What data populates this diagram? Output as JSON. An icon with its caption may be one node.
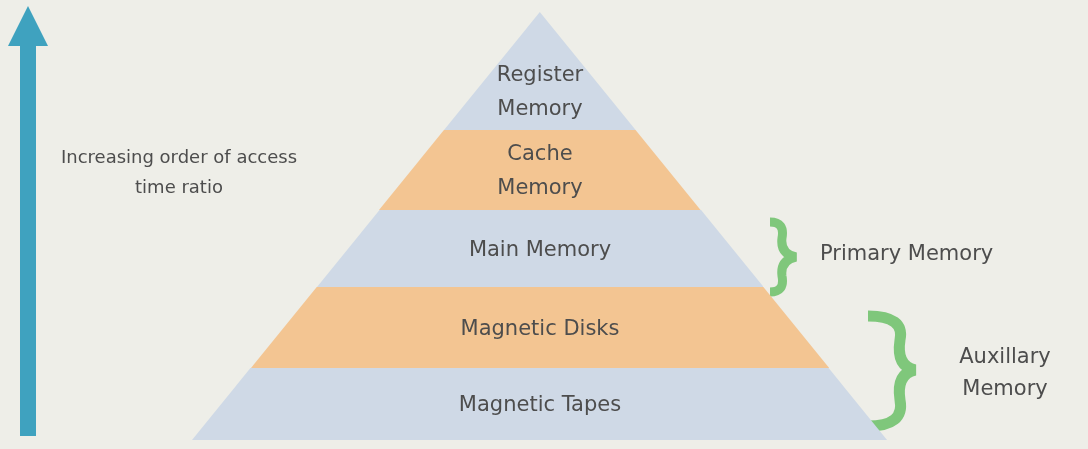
{
  "diagram": {
    "nodes": [
      {
        "text": [
          "Register Memory"
        ]
      },
      {
        "text": [
          "Cache Memory"
        ]
      },
      {
        "text": [
          "Main Memory"
        ]
      },
      {
        "text": [
          "Magnetic Disks"
        ]
      },
      {
        "text": [
          "Magnetic Tapes"
        ]
      }
    ],
    "labels": [
      "Increasing order of access time ratio",
      "Primary Memory",
      "Auxillary Memory"
    ]
  }
}
